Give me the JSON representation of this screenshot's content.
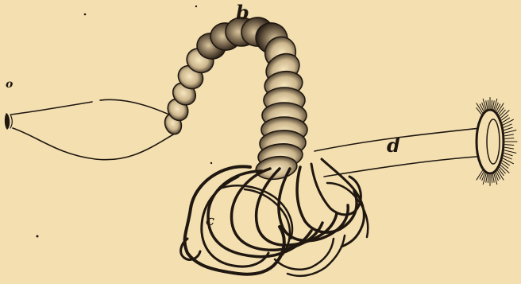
{
  "figure": {
    "labels": {
      "b": "b",
      "c": "c",
      "d": "d",
      "o": "o"
    }
  },
  "colors": {
    "paper": "#f3dfb0",
    "ink": "#1f1710"
  }
}
